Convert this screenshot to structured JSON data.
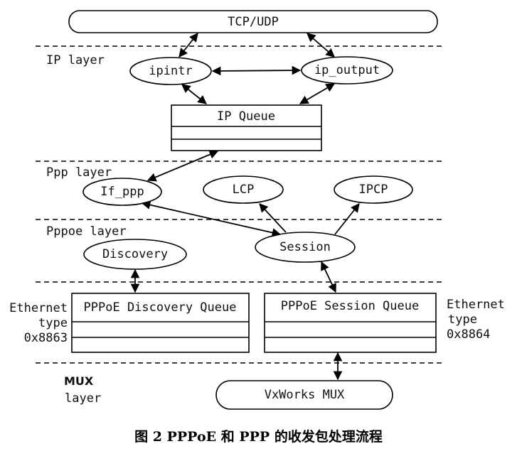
{
  "diagram": {
    "nodes": {
      "tcp_udp": "TCP/UDP",
      "ipintr": "ipintr",
      "ip_output": "ip_output",
      "ip_queue": "IP Queue",
      "if_ppp": "If_ppp",
      "lcp": "LCP",
      "ipcp": "IPCP",
      "discovery": "Discovery",
      "session": "Session",
      "pppoe_discovery_queue": "PPPoE Discovery Queue",
      "pppoe_session_queue": "PPPoE Session Queue",
      "vxworks_mux": "VxWorks MUX"
    },
    "layers": {
      "ip": "IP layer",
      "ppp": "Ppp layer",
      "pppoe": "Pppoe layer",
      "mux_line1": "MUX",
      "mux_line2": "layer"
    },
    "ethernet_left": {
      "line1": "Ethernet",
      "line2": "type",
      "line3": "0x8863"
    },
    "ethernet_right": {
      "line1": "Ethernet",
      "line2": "type",
      "line3": "0x8864"
    },
    "caption": "图 2  PPPoE 和 PPP 的收发包处理流程"
  }
}
